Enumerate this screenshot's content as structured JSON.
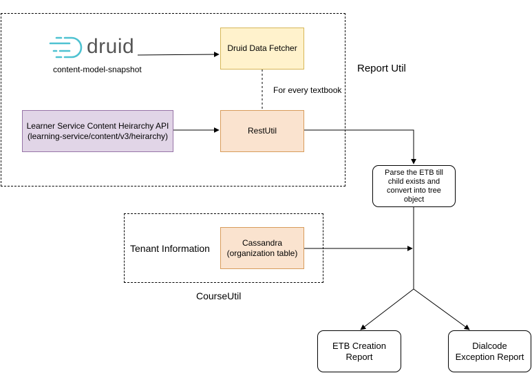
{
  "druid": {
    "logo_text": "druid",
    "caption": "content-model-snapshot",
    "brand_color": "#4ec2d1"
  },
  "group_labels": {
    "report_util": "Report Util",
    "course_util": "CourseUtil"
  },
  "nodes": {
    "druid_fetcher": "Druid Data Fetcher",
    "rest_util": "RestUtil",
    "learner_api": "Learner Service Content Heirarchy API\n(learning-service/content/v3/heirarchy)",
    "parse_etb": "Parse the ETB till\nchild exists and\nconvert into tree\nobject",
    "tenant_info": "Tenant Information",
    "cassandra": "Cassandra\n(organization table)",
    "etb_report": "ETB Creation\nReport",
    "dialcode_report": "Dialcode\nException Report"
  },
  "edge_labels": {
    "every_textbook": "For every textbook"
  },
  "colors": {
    "yellow_fill": "#fff2cc",
    "orange_fill": "#fae3cf",
    "purple_fill": "#e1d5e7"
  }
}
